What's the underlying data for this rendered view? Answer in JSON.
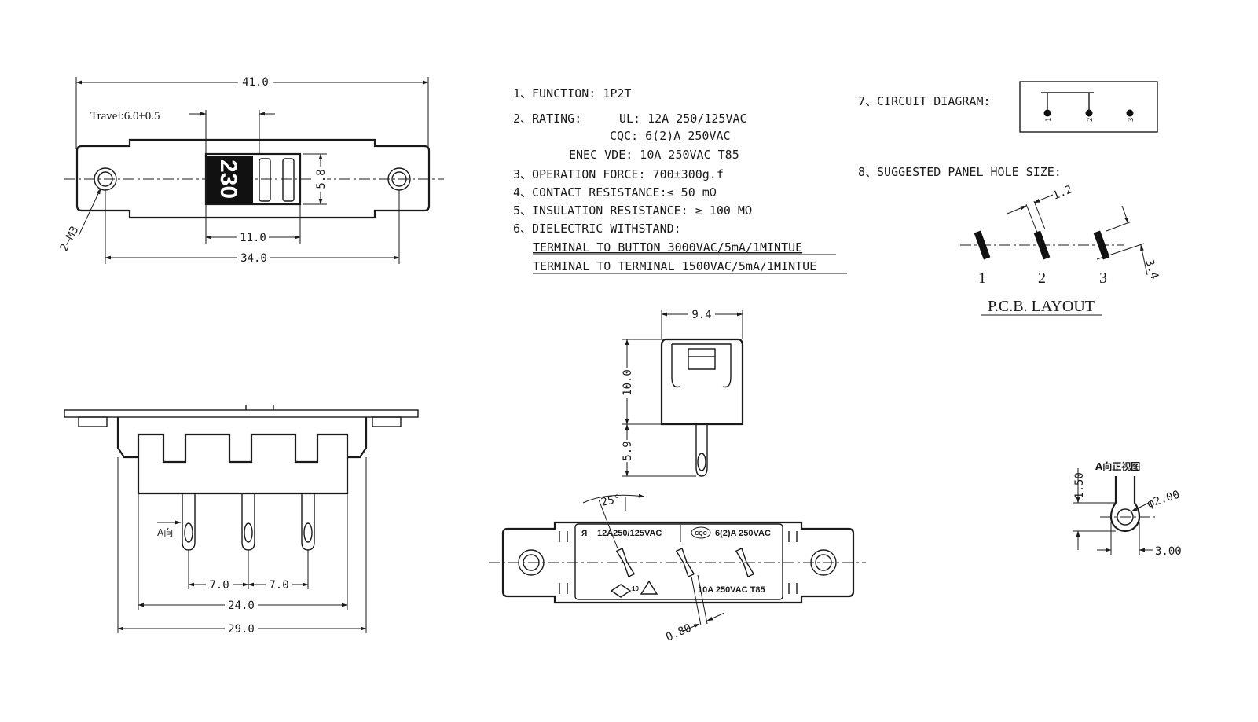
{
  "top_view": {
    "dim_overall": "41.0",
    "dim_mount": "34.0",
    "dim_window": "11.0",
    "dim_height": "5.8",
    "travel": "Travel:6.0±0.5",
    "hole_callout": "2—M3",
    "button_mark": "230"
  },
  "specs": {
    "function": "1、FUNCTION:   1P2T",
    "rating_label": "2、RATING:",
    "rating_ul": "UL: 12A 250/125VAC",
    "rating_cqc": "CQC: 6(2)A 250VAC",
    "rating_enec": "ENEC VDE: 10A 250VAC T85",
    "operation_force": "3、OPERATION FORCE: 700±300g.f",
    "contact_resistance": "4、CONTACT RESISTANCE:≤ 50 mΩ",
    "insulation_resistance": "5、INSULATION RESISTANCE: ≥ 100 MΩ",
    "dielectric": "6、DIELECTRIC WITHSTAND:",
    "dielectric_line1": "TERMINAL TO BUTTON 3000VAC/5mA/1MINTUE",
    "dielectric_line2": "TERMINAL TO TERMINAL 1500VAC/5mA/1MINTUE"
  },
  "circuit": {
    "label": "7、CIRCUIT DIAGRAM:",
    "pins": [
      "1",
      "2",
      "3"
    ]
  },
  "panel": {
    "label": "8、SUGGESTED PANEL HOLE SIZE:",
    "dim_width": "1.2",
    "dim_length": "3.4",
    "pins": [
      "1",
      "2",
      "3"
    ],
    "layout_title": "P.C.B. LAYOUT"
  },
  "front_view": {
    "dim_pitch_a": "7.0",
    "dim_pitch_b": "7.0",
    "dim_span": "24.0",
    "dim_base": "29.0",
    "view_mark": "A向"
  },
  "side_view": {
    "dim_width": "9.4",
    "dim_body": "10.0",
    "dim_terminal": "5.9"
  },
  "bottom_view": {
    "angle": "25°",
    "thickness": "0.80",
    "label_ul": "12A250/125VAC",
    "label_cqc_logo": "CQC",
    "label_cqc": "6(2)A 250VAC",
    "label_enec": "10A 250VAC  T85",
    "enec_mark": "10"
  },
  "detail_view": {
    "title": "A向正视图",
    "dim_height": "1.50",
    "dim_hole": "φ2.00",
    "dim_width": "3.00"
  }
}
